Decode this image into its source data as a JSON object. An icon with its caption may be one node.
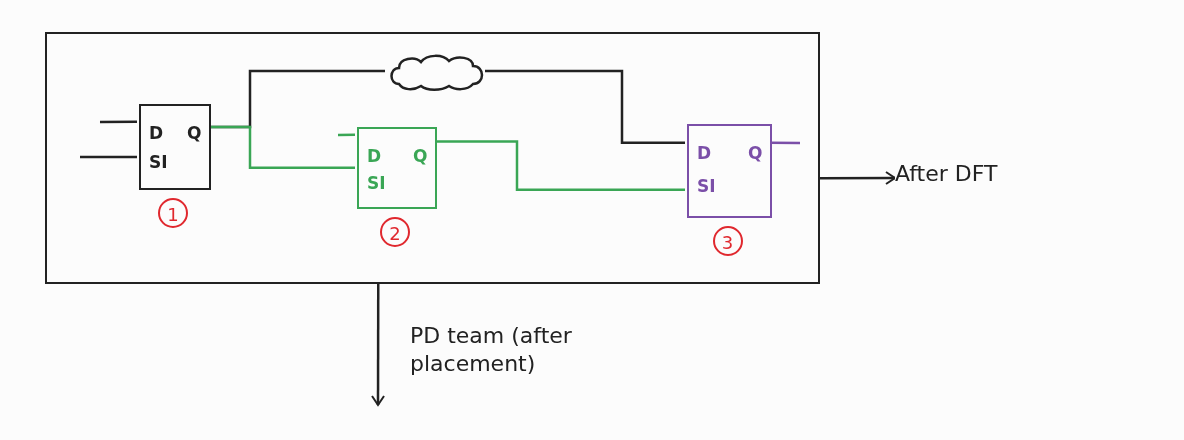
{
  "diagram": {
    "nodes": [
      {
        "text": [],
        "shape": "box"
      },
      {
        "text": [
          "D",
          "Q",
          "SI"
        ],
        "in": 0,
        "beside": [
          "1"
        ]
      },
      {
        "text": [],
        "shape": "cloud",
        "in": 0
      },
      {
        "text": [
          "D",
          "Q",
          "SI"
        ],
        "in": 0,
        "beside": [
          "2"
        ]
      },
      {
        "text": [
          "D",
          "Q",
          "SI"
        ],
        "in": 0,
        "beside": [
          "3"
        ]
      },
      {
        "text": [
          "After DFT"
        ]
      }
    ],
    "edges": [
      {
        "from": null,
        "to": 1,
        "arrow": "none"
      },
      {
        "from": null,
        "to": 1,
        "arrow": "none"
      },
      {
        "from": 1,
        "to": 2,
        "arrow": "none"
      },
      {
        "from": 1,
        "to": 3,
        "arrow": "none",
        "color": "#3aa655"
      },
      {
        "from": 2,
        "to": 4,
        "arrow": "none"
      },
      {
        "from": 3,
        "to": 4,
        "arrow": "none",
        "color": "#3aa655"
      },
      {
        "from": null,
        "to": 3,
        "arrow": "none",
        "color": "#3aa655"
      },
      {
        "from": 4,
        "to": null,
        "arrow": "none",
        "color": "#7b4fa8"
      },
      {
        "from": 0,
        "to": 5,
        "arrow": "to"
      },
      {
        "from": 0,
        "to": null,
        "arrow": "to",
        "label": "PD team (after placement)"
      }
    ]
  }
}
